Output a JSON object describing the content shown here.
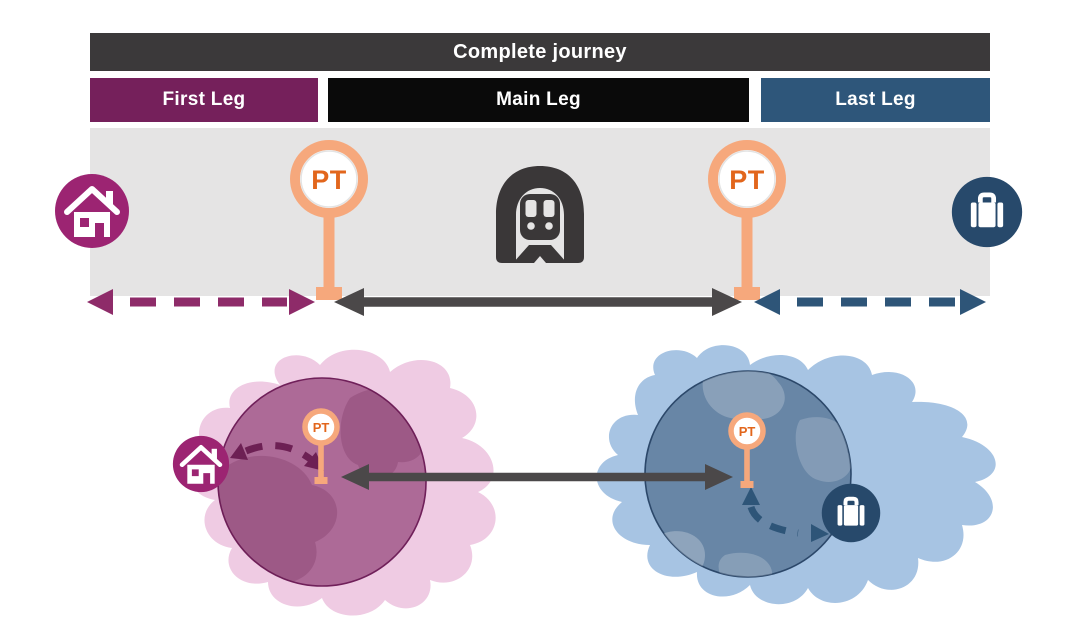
{
  "header": {
    "title": "Complete journey"
  },
  "legs": [
    {
      "label": "First Leg",
      "color": "#75205b"
    },
    {
      "label": "Main Leg",
      "color": "#0a0a0a"
    },
    {
      "label": "Last Leg",
      "color": "#2e567a"
    }
  ],
  "pt_label": "PT",
  "colors": {
    "header_bg": "#3b393a",
    "band_bg": "#e5e4e4",
    "pt_ring": "#f6a87c",
    "pt_text": "#e2661c",
    "house_badge": "#9c2472",
    "briefcase_badge": "#27496b",
    "train_icon": "#3a3738",
    "first_leg_arrow": "#8e2b69",
    "main_leg_arrow": "#4b4849",
    "last_leg_arrow": "#2e5578",
    "access_curved_arrow": "#6d2054",
    "egress_curved_arrow": "#2e5578",
    "pink_catchment_blob": "#efcbe3",
    "purple_catchment_circle": "#7d2460",
    "blue_catchment_blob": "#a7c4e3",
    "blue_catchment_circle": "#2e4d6e"
  },
  "icons": [
    {
      "name": "house-icon"
    },
    {
      "name": "pt-stop-icon"
    },
    {
      "name": "train-icon"
    },
    {
      "name": "pt-stop-icon"
    },
    {
      "name": "briefcase-icon"
    }
  ]
}
